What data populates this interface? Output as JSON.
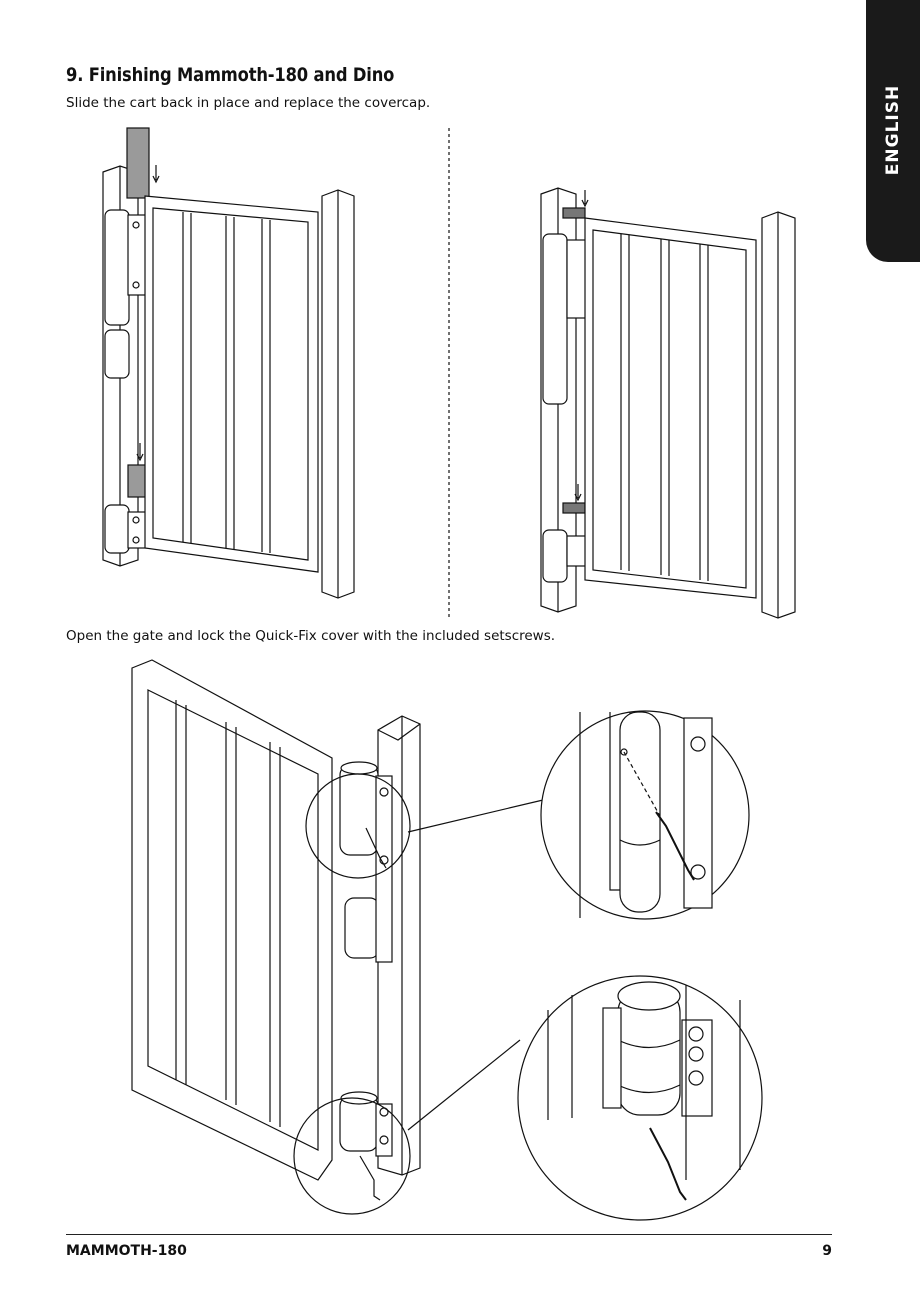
{
  "section": {
    "title": "9. Finishing Mammoth-180 and Dino",
    "instruction_1": "Slide the cart back in place and replace the covercap.",
    "instruction_2": "Open the gate and lock the Quick-Fix cover with the included setscrews."
  },
  "sidebar": {
    "language": "ENGLISH"
  },
  "footer": {
    "product": "MAMMOTH-180",
    "page_number": "9"
  },
  "colors": {
    "ink": "#111111",
    "tab": "#1a1a1a",
    "cover_grey": "#9a9a9a"
  }
}
